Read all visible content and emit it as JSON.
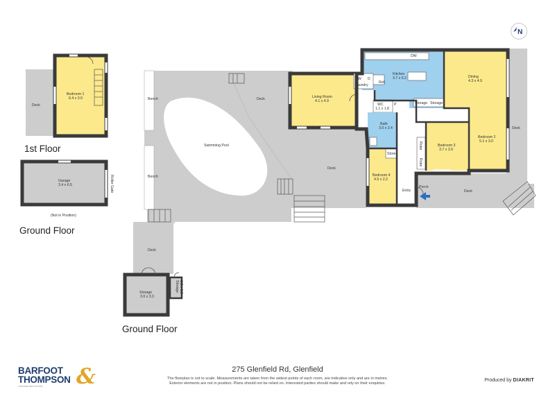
{
  "address": "275 Glenfield Rd, Glenfield",
  "disclaimer_line1": "The floorplan is not to scale. Measurements are taken from the widest points of each room, are indicative only and are in metres.",
  "disclaimer_line2": "Exterior elements are not in position. Plans should not be relied on. Interested parties should make and rely on their enquiries.",
  "brand": {
    "line1": "BARFOOT",
    "line2": "THOMPSON",
    "amp": "&",
    "sub": "LICENSED REAL ESTATE"
  },
  "produced_by": {
    "prefix": "Produced by",
    "name": "DIAKRIT"
  },
  "compass": {
    "label": "N"
  },
  "floors": {
    "first": "1st Floor",
    "ground_a": "Ground Floor",
    "ground_b": "Ground Floor"
  },
  "labels": {
    "deck_1st": "Deck",
    "bedroom1": "Bedroom 1",
    "bedroom1_size": "6.4 x 3.9",
    "garage": "Garage",
    "garage_size": "3.4 x 6.5",
    "roller_gate": "Roller Gate",
    "not_in_position": "(Not in Position)",
    "bench_top": "Bench",
    "bench_bottom": "Bench",
    "swimming_pool": "Swimming Pool",
    "deck_top": "Deck",
    "deck_mid": "Deck",
    "deck_lower": "Deck",
    "deck_right": "Deck",
    "deck_far_right": "Deck",
    "storage": "Storage",
    "storage_size": "3.0 x 3.3",
    "storage_small": "Storage",
    "storage_small_size": "1.8 x 1.0",
    "living_room": "Living Room",
    "living_room_size": "4.1 x 4.9",
    "kitchen": "Kitchen",
    "kitchen_size": "3.7 x 6.2",
    "dining": "Dining",
    "dining_size": "4.3 x 4.9",
    "laundry": "Laundry",
    "wc": "WC",
    "wc_size": "1.1 x 1.8",
    "p": "P",
    "w": "W",
    "d": "D",
    "ref": "Ref.",
    "dw": "DW",
    "storage_a": "Storage",
    "storage_b": "Storage",
    "bath": "Bath",
    "bath_size": "3.0 x 2.4",
    "bedroom2": "Bedroom 2",
    "bedroom2_size": "5.1 x 3.0",
    "bedroom3": "Bedroom 3",
    "bedroom3_size": "3.7 x 3.9",
    "bedroom4": "Bedroom 4",
    "bedroom4_size": "4.5 x 2.2",
    "store": "Store",
    "robe_a": "Robe",
    "robe_b": "Robe",
    "entry": "Entry",
    "porch": "Porch"
  },
  "colors": {
    "bedroom": "#fbe98c",
    "kitchen": "#9fd0ee",
    "deck": "#cdcdcd",
    "wall": "#3a3a3a",
    "brand_blue": "#1f3c6e",
    "brand_gold": "#e3a62b",
    "entry_arrow": "#2d6fc4"
  }
}
